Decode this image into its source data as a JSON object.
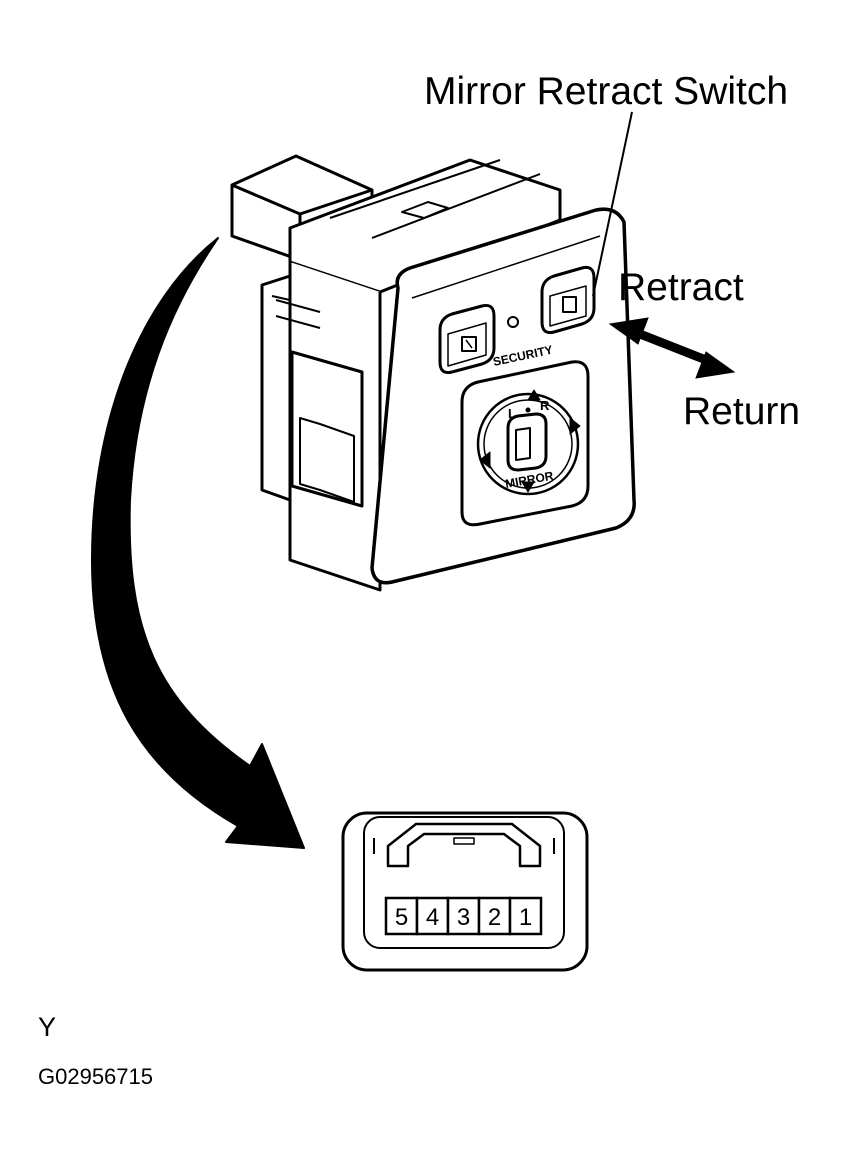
{
  "labels": {
    "title": "Mirror Retract Switch",
    "retract": "Retract",
    "return": "Return",
    "view": "Y",
    "figure_code": "G02956715"
  },
  "switch_panel": {
    "security_text": "SECURITY",
    "mirror_text": "MIRROR",
    "left_text": "L",
    "right_text": "R"
  },
  "connector": {
    "terminals": [
      "5",
      "4",
      "3",
      "2",
      "1"
    ]
  }
}
